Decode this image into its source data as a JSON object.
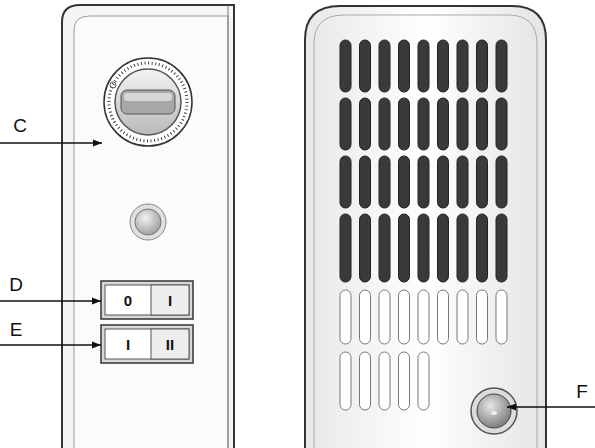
{
  "diagram": {
    "labels": [
      "C",
      "D",
      "E",
      "F",
      "0",
      "I",
      "I",
      "II"
    ]
  }
}
